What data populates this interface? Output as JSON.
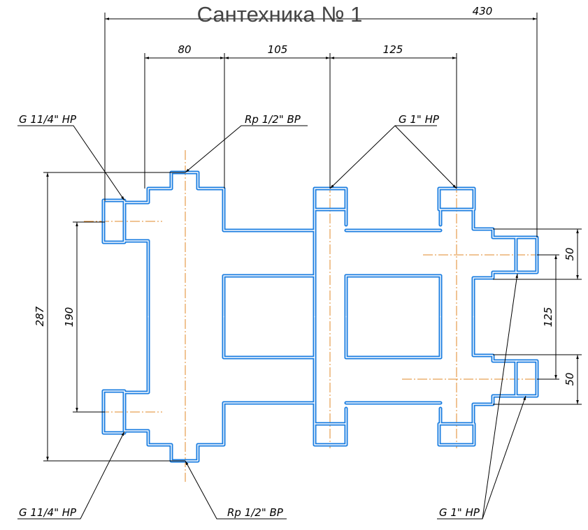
{
  "title": "Сантехника № 1",
  "colors": {
    "outline": "#1a7de0",
    "axis": "#e08a2a",
    "dimension": "#000000"
  },
  "dimensions": {
    "overall_width": "430",
    "d80": "80",
    "d105": "105",
    "d125_top": "125",
    "overall_height": "287",
    "left_spacing": "190",
    "right_top": "50",
    "right_spacing": "125",
    "right_bottom": "50"
  },
  "callouts": {
    "top_left": "G 11/4\" HP",
    "top_center": "Rp 1/2\" BP",
    "top_right": "G 1\" HP",
    "bottom_left": "G 11/4\" HP",
    "bottom_center": "Rp 1/2\" BP",
    "bottom_right": "G 1\" HP"
  }
}
